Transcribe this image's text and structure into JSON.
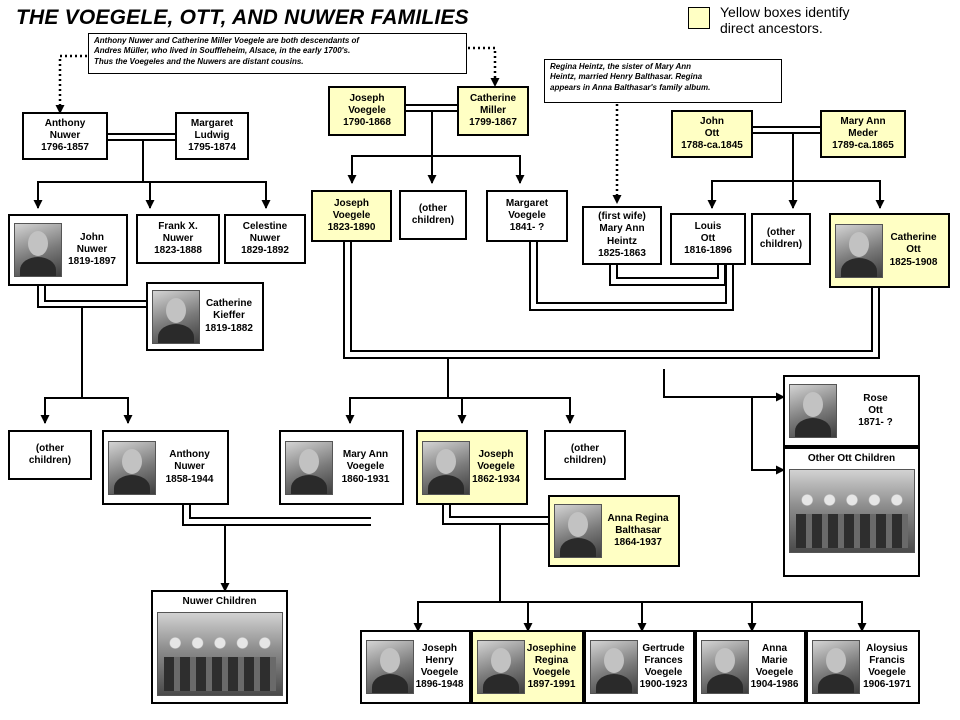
{
  "title": "THE VOEGELE, OTT, AND NUWER FAMILIES",
  "legend": {
    "color": "#ffffc4",
    "text_line1": "Yellow boxes identify",
    "text_line2": "direct ancestors."
  },
  "notes": [
    {
      "id": "note-ancestry",
      "lines": [
        "Anthony Nuwer and Catherine Miller Voegele are both descendants of",
        "Andres Müller, who lived in Souffleheim, Alsace, in the early 1700's.",
        "Thus the Voegeles and the Nuwers are distant cousins."
      ]
    },
    {
      "id": "note-regina",
      "lines": [
        "Regina Heintz, the sister of Mary Ann",
        "Heintz, married Henry Balthasar. Regina",
        "appears in Anna Balthasar's family album."
      ]
    }
  ],
  "people": [
    {
      "id": "anthony-nuwer-1796",
      "lines": [
        "Anthony",
        "Nuwer",
        "1796-1857"
      ],
      "ancestor": false
    },
    {
      "id": "margaret-ludwig",
      "lines": [
        "Margaret",
        "Ludwig",
        "1795-1874"
      ],
      "ancestor": false
    },
    {
      "id": "joseph-voegele-1790",
      "lines": [
        "Joseph",
        "Voegele",
        "1790-1868"
      ],
      "ancestor": true
    },
    {
      "id": "catherine-miller",
      "lines": [
        "Catherine",
        "Miller",
        "1799-1867"
      ],
      "ancestor": true
    },
    {
      "id": "john-ott",
      "lines": [
        "John",
        "Ott",
        "1788-ca.1845"
      ],
      "ancestor": true
    },
    {
      "id": "mary-ann-meder",
      "lines": [
        "Mary Ann",
        "Meder",
        "1789-ca.1865"
      ],
      "ancestor": true
    },
    {
      "id": "john-nuwer",
      "lines": [
        "John",
        "Nuwer",
        "1819-1897"
      ],
      "ancestor": false,
      "photo": true
    },
    {
      "id": "frank-nuwer",
      "lines": [
        "Frank X.",
        "Nuwer",
        "1823-1888"
      ],
      "ancestor": false
    },
    {
      "id": "celestine-nuwer",
      "lines": [
        "Celestine",
        "Nuwer",
        "1829-1892"
      ],
      "ancestor": false
    },
    {
      "id": "joseph-voegele-1823",
      "lines": [
        "Joseph",
        "Voegele",
        "1823-1890"
      ],
      "ancestor": true
    },
    {
      "id": "voegele-other-children",
      "lines": [
        "(other",
        "children)"
      ],
      "ancestor": false
    },
    {
      "id": "margaret-voegele",
      "lines": [
        "Margaret",
        "Voegele",
        "1841- ?"
      ],
      "ancestor": false
    },
    {
      "id": "mary-ann-heintz",
      "lines": [
        "(first wife)",
        "Mary Ann",
        "Heintz",
        "1825-1863"
      ],
      "ancestor": false
    },
    {
      "id": "louis-ott",
      "lines": [
        "Louis",
        "Ott",
        "1816-1896"
      ],
      "ancestor": false
    },
    {
      "id": "ott-other-children",
      "lines": [
        "(other",
        "children)"
      ],
      "ancestor": false
    },
    {
      "id": "catherine-ott",
      "lines": [
        "Catherine",
        "Ott",
        "1825-1908"
      ],
      "ancestor": true,
      "photo": true
    },
    {
      "id": "catherine-kieffer",
      "lines": [
        "Catherine",
        "Kieffer",
        "1819-1882"
      ],
      "ancestor": false,
      "photo": true
    },
    {
      "id": "nuwer-other-children",
      "lines": [
        "(other",
        "children)"
      ],
      "ancestor": false
    },
    {
      "id": "anthony-nuwer-1858",
      "lines": [
        "Anthony",
        "Nuwer",
        "1858-1944"
      ],
      "ancestor": false,
      "photo": true
    },
    {
      "id": "mary-ann-voegele",
      "lines": [
        "Mary Ann",
        "Voegele",
        "1860-1931"
      ],
      "ancestor": false,
      "photo": true
    },
    {
      "id": "joseph-voegele-1862",
      "lines": [
        "Joseph",
        "Voegele",
        "1862-1934"
      ],
      "ancestor": true,
      "photo": true
    },
    {
      "id": "voegele2-other-children",
      "lines": [
        "(other",
        "children)"
      ],
      "ancestor": false
    },
    {
      "id": "rose-ott",
      "lines": [
        "Rose",
        "Ott",
        "1871- ?"
      ],
      "ancestor": false,
      "photo": true
    },
    {
      "id": "anna-regina-balthasar",
      "lines": [
        "Anna Regina",
        "Balthasar",
        "1864-1937"
      ],
      "ancestor": true,
      "photo": true
    },
    {
      "id": "joseph-henry-voegele",
      "lines": [
        "Joseph",
        "Henry",
        "Voegele",
        "1896-1948"
      ],
      "ancestor": false,
      "photo": true
    },
    {
      "id": "josephine-regina-voegele",
      "lines": [
        "Josephine",
        "Regina",
        "Voegele",
        "1897-1991"
      ],
      "ancestor": true,
      "photo": true
    },
    {
      "id": "gertrude-frances-voegele",
      "lines": [
        "Gertrude",
        "Frances",
        "Voegele",
        "1900-1923"
      ],
      "ancestor": false,
      "photo": true
    },
    {
      "id": "anna-marie-voegele",
      "lines": [
        "Anna",
        "Marie",
        "Voegele",
        "1904-1986"
      ],
      "ancestor": false,
      "photo": true
    },
    {
      "id": "aloysius-francis-voegele",
      "lines": [
        "Aloysius",
        "Francis",
        "Voegele",
        "1906-1971"
      ],
      "ancestor": false,
      "photo": true
    }
  ],
  "groups": [
    {
      "id": "nuwer-children",
      "label": "Nuwer Children"
    },
    {
      "id": "other-ott-children",
      "label": "Other Ott Children"
    }
  ]
}
